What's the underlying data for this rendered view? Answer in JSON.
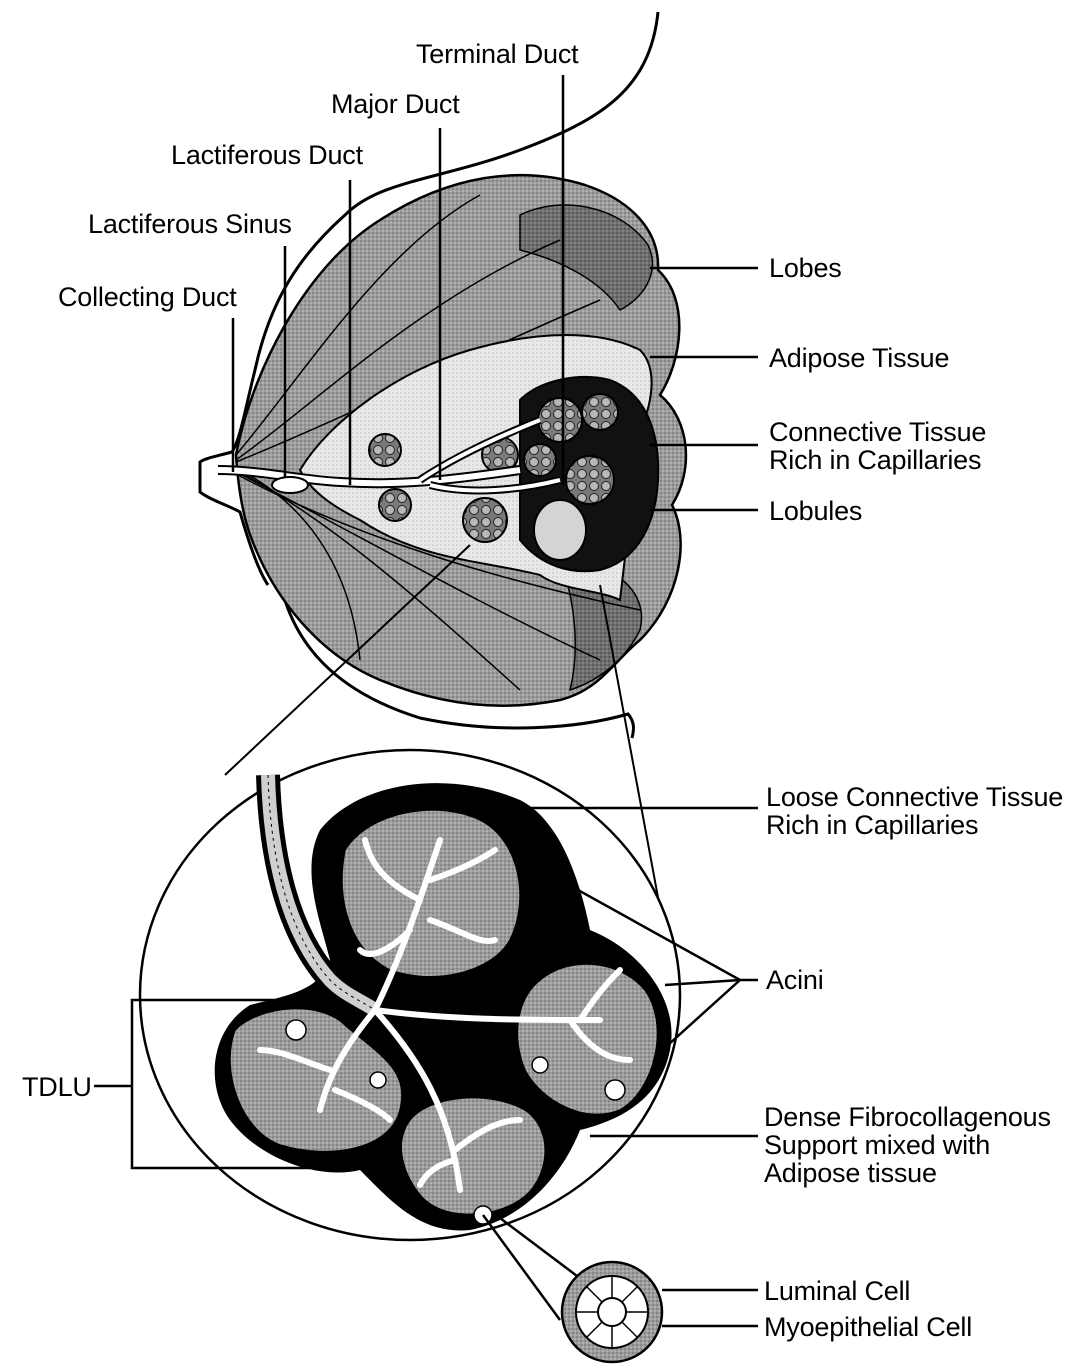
{
  "labels": {
    "terminal_duct": "Terminal Duct",
    "major_duct": "Major Duct",
    "lactiferous_duct": "Lactiferous Duct",
    "lactiferous_sinus": "Lactiferous Sinus",
    "collecting_duct": "Collecting Duct",
    "lobes": "Lobes",
    "adipose_tissue": "Adipose Tissue",
    "connective_tissue_line1": "Connective Tissue",
    "connective_tissue_line2": "Rich in Capillaries",
    "lobules": "Lobules",
    "loose_connective_line1": "Loose Connective Tissue",
    "loose_connective_line2": "Rich in Capillaries",
    "acini": "Acini",
    "tdlu": "TDLU",
    "dense_fibro_line1": "Dense Fibrocollagenous",
    "dense_fibro_line2": "Support mixed with",
    "dense_fibro_line3": "Adipose tissue",
    "luminal_cell": "Luminal Cell",
    "myoepithelial_cell": "Myoepithelial Cell"
  },
  "colors": {
    "ink": "#000000",
    "lobe_fill": "#8a8a8a",
    "lobe_dark": "#555555",
    "adipose_fill": "#e6e6e6",
    "dense_fill": "#000000",
    "lobule_fill": "#9a9a9a"
  }
}
